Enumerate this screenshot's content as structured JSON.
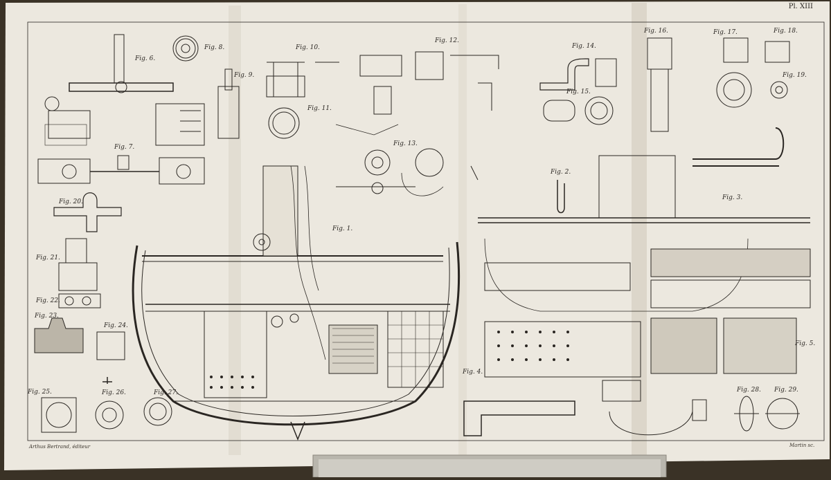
{
  "plate": {
    "number": "Pl. XIII",
    "publisher": "Arthus Bertrand, éditeur",
    "engraver": "Martin sc."
  },
  "figures": [
    {
      "id": "fig-1",
      "label": "Fig. 1."
    },
    {
      "id": "fig-2",
      "label": "Fig. 2."
    },
    {
      "id": "fig-3",
      "label": "Fig. 3."
    },
    {
      "id": "fig-4",
      "label": "Fig. 4."
    },
    {
      "id": "fig-5",
      "label": "Fig. 5."
    },
    {
      "id": "fig-6",
      "label": "Fig. 6."
    },
    {
      "id": "fig-7",
      "label": "Fig. 7."
    },
    {
      "id": "fig-8",
      "label": "Fig. 8."
    },
    {
      "id": "fig-9",
      "label": "Fig. 9."
    },
    {
      "id": "fig-10",
      "label": "Fig. 10."
    },
    {
      "id": "fig-11",
      "label": "Fig. 11."
    },
    {
      "id": "fig-12",
      "label": "Fig. 12."
    },
    {
      "id": "fig-13",
      "label": "Fig. 13."
    },
    {
      "id": "fig-14",
      "label": "Fig. 14."
    },
    {
      "id": "fig-15",
      "label": "Fig. 15."
    },
    {
      "id": "fig-16",
      "label": "Fig. 16."
    },
    {
      "id": "fig-17",
      "label": "Fig. 17."
    },
    {
      "id": "fig-18",
      "label": "Fig. 18."
    },
    {
      "id": "fig-19",
      "label": "Fig. 19."
    },
    {
      "id": "fig-20",
      "label": "Fig. 20."
    },
    {
      "id": "fig-21",
      "label": "Fig. 21."
    },
    {
      "id": "fig-22",
      "label": "Fig. 22."
    },
    {
      "id": "fig-23",
      "label": "Fig. 23."
    },
    {
      "id": "fig-24",
      "label": "Fig. 24."
    },
    {
      "id": "fig-25",
      "label": "Fig. 25."
    },
    {
      "id": "fig-26",
      "label": "Fig. 26."
    },
    {
      "id": "fig-27",
      "label": "Fig. 27."
    },
    {
      "id": "fig-28",
      "label": "Fig. 28."
    },
    {
      "id": "fig-29",
      "label": "Fig. 29."
    }
  ],
  "colors": {
    "paper": "#ece8df",
    "ink": "#2a2622",
    "background": "#3a3226",
    "fold_shadow": "#d8d2c6"
  }
}
